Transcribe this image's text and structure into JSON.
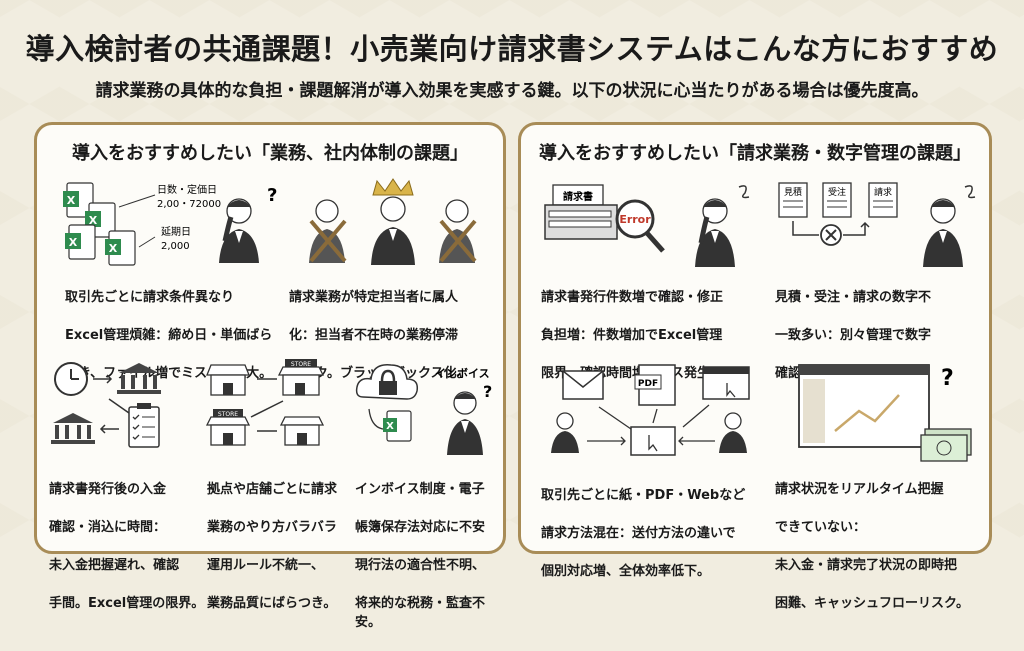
{
  "title": "導入検討者の共通課題！小売業向け請求書システムはこんな方におすすめ",
  "subtitle": "請求業務の具体的な負担・課題解消が導入効果を実感する鍵。以下の状況に心当たりがある場合は優先度高。",
  "left_panel": {
    "title": "導入をおすすめしたい「業務、社内体制の課題」",
    "items": [
      {
        "text": [
          "取引先ごとに請求条件異なり",
          "Excel管理煩雑：締め日・単価ばら",
          "つき、ファイル増でミス・負担大。"
        ],
        "labels": {
          "a1": "日数・定価日",
          "a2": "2,00・72000",
          "b1": "延期日",
          "b2": "2,000"
        }
      },
      {
        "text": [
          "請求業務が特定担当者に属人",
          "化：担当者不在時の業務停滞",
          "リスク。ブラックボックス化。"
        ]
      },
      {
        "text": [
          "請求書発行後の入金",
          "確認・消込に時間：",
          "未入金把握遅れ、確認",
          "手間。Excel管理の限界。"
        ]
      },
      {
        "text": [
          "拠点や店舗ごとに請求",
          "業務のやり方バラバラ",
          "運用ルール不統一、",
          "業務品質にばらつき。"
        ],
        "labels": {
          "store": "STORE"
        }
      },
      {
        "text": [
          "インボイス制度・電子",
          "帳簿保存法対応に不安",
          "現行法の適合性不明、",
          "将来的な税務・監査不安。"
        ],
        "labels": {
          "invoice": "インボイス"
        }
      }
    ]
  },
  "right_panel": {
    "title": "導入をおすすめしたい「請求業務・数字管理の課題」",
    "items": [
      {
        "text": [
          "請求書発行件数増で確認・修正",
          "負担増：件数増加でExcel管理",
          "限界。確認時間増、ミス発生。"
        ],
        "labels": {
          "folder": "請求書",
          "error": "Error"
        }
      },
      {
        "text": [
          "見積・受注・請求の数字不",
          "一致多い：別々管理で数字",
          "確認手間、修正対応頻発。"
        ],
        "labels": {
          "d1": "見積",
          "d2": "受注",
          "d3": "請求"
        }
      },
      {
        "text": [
          "取引先ごとに紙・PDF・Webなど",
          "請求方法混在：送付方法の違いで",
          "個別対応増、全体効率低下。"
        ],
        "labels": {
          "pdf": "PDF"
        }
      },
      {
        "text": [
          "請求状況をリアルタイム把握",
          "できていない：",
          "未入金・請求完了状況の即時把",
          "困難、キャッシュフローリスク。"
        ]
      }
    ]
  },
  "colors": {
    "panel_border": "#a88c57",
    "background": "#f1ede0",
    "excel_green": "#2e8b4e",
    "error_red": "#c0392b"
  }
}
